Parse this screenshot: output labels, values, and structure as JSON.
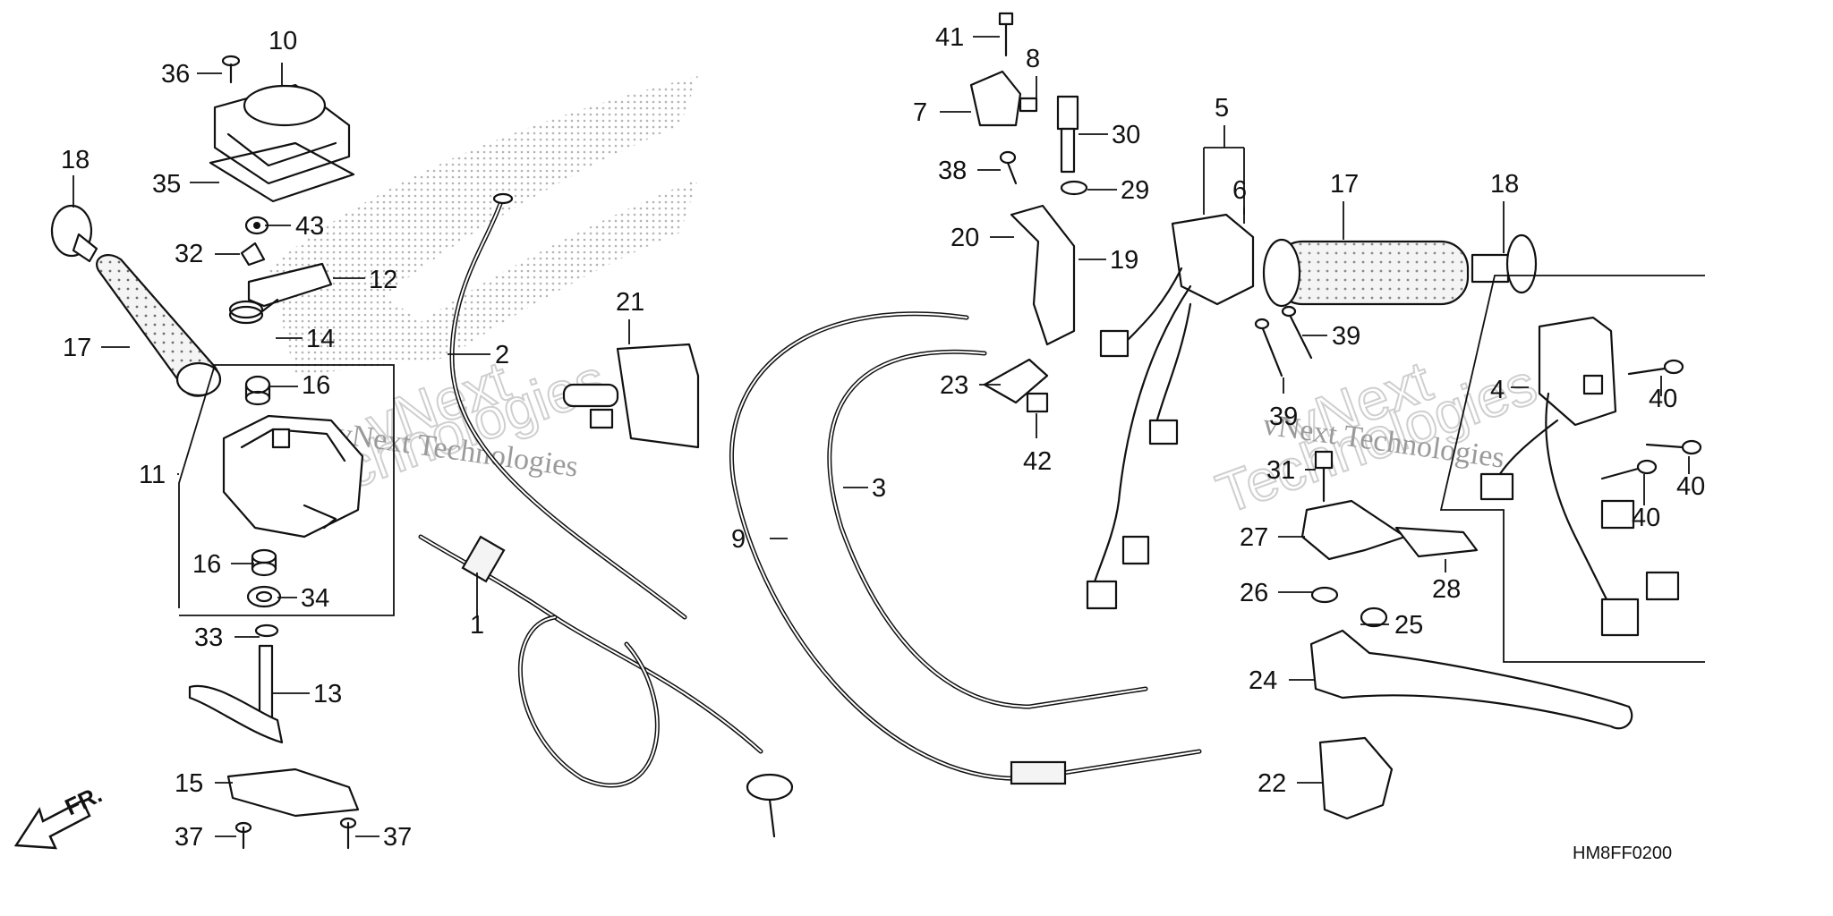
{
  "diagram": {
    "code": "HM8FF0200",
    "direction_label": "FR.",
    "watermarks": [
      "vNext Technologies",
      "vNext Technologies"
    ],
    "watermark_big": [
      "vNext",
      "Technologies",
      "vNext",
      "Technologies"
    ],
    "callouts": [
      "10",
      "36",
      "35",
      "18",
      "43",
      "32",
      "12",
      "17",
      "14",
      "16",
      "11",
      "16",
      "34",
      "33",
      "13",
      "15",
      "37",
      "37",
      "2",
      "21",
      "1",
      "41",
      "8",
      "7",
      "30",
      "38",
      "29",
      "20",
      "19",
      "5",
      "6",
      "17",
      "18",
      "39",
      "23",
      "39",
      "42",
      "3",
      "9",
      "31",
      "27",
      "28",
      "26",
      "25",
      "24",
      "22",
      "4",
      "40",
      "40",
      "40"
    ]
  }
}
